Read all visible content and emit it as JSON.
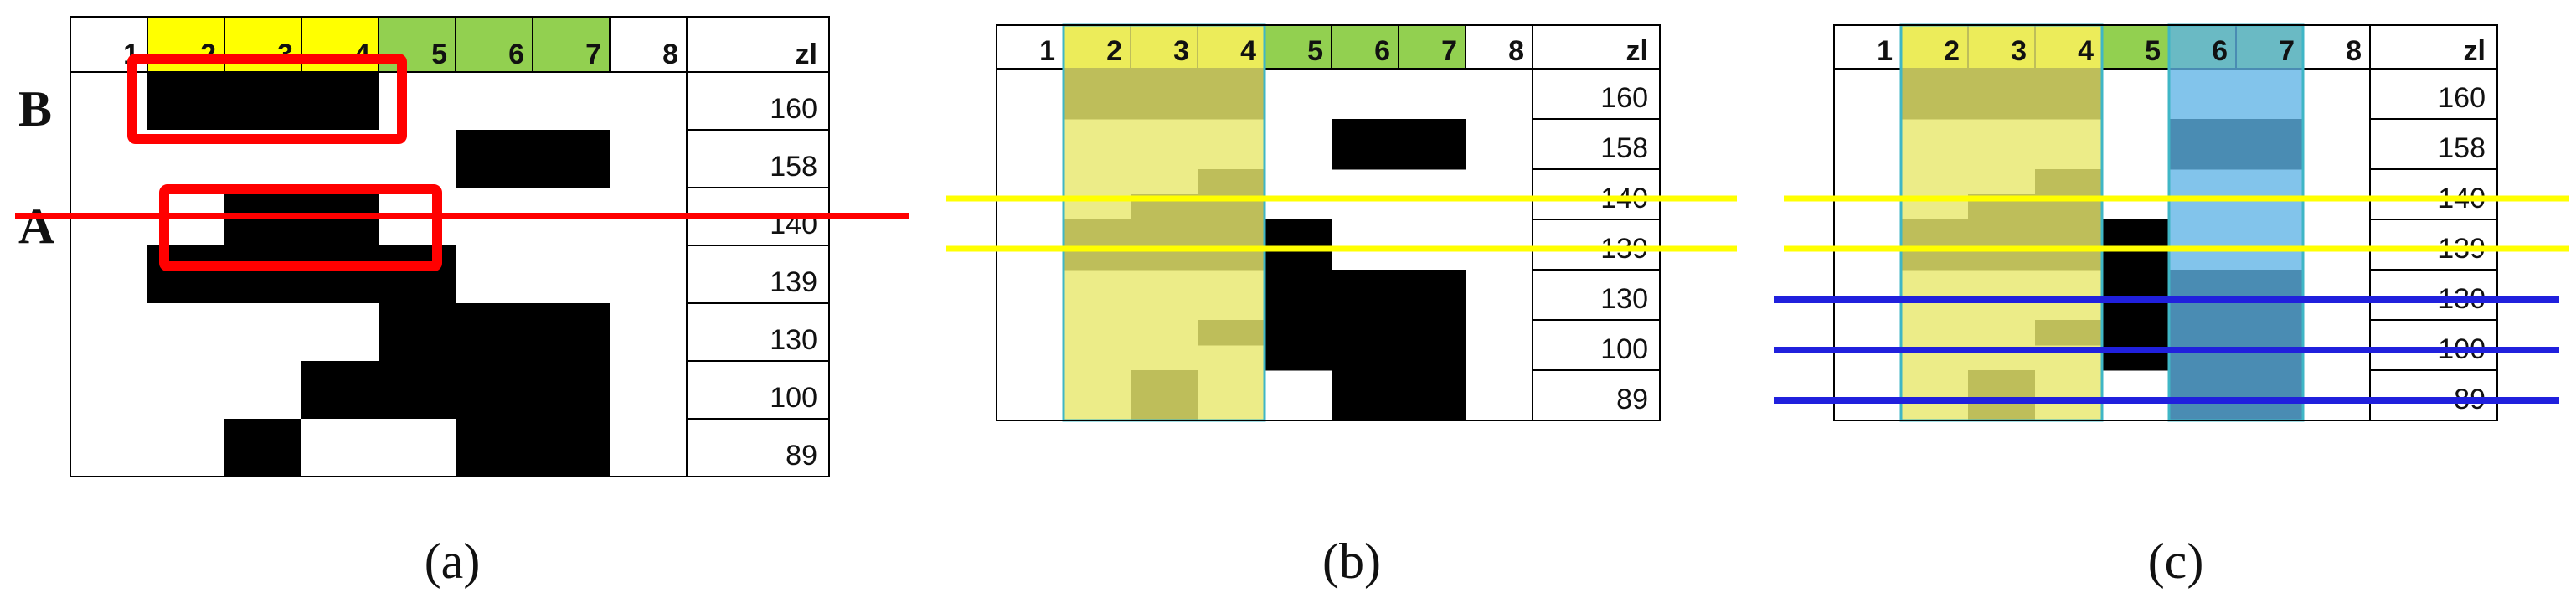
{
  "column_headers": [
    "1",
    "2",
    "3",
    "4",
    "5",
    "6",
    "7",
    "8"
  ],
  "value_header": "zl",
  "row_values": [
    "160",
    "158",
    "140",
    "139",
    "130",
    "100",
    "89"
  ],
  "row_labels": [
    "B",
    "A"
  ],
  "panel_captions": [
    "(a)",
    "(b)",
    "(c)"
  ],
  "colors": {
    "header_yellow": "#ffff00",
    "header_green": "#92d050",
    "cell_black": "#000000",
    "band_red": "#ff0000",
    "line_yellow": "#ffff00",
    "line_blue": "#2020dd",
    "overlay_yellow": "#e8e86e",
    "overlay_blue": "#5fb4e6"
  }
}
